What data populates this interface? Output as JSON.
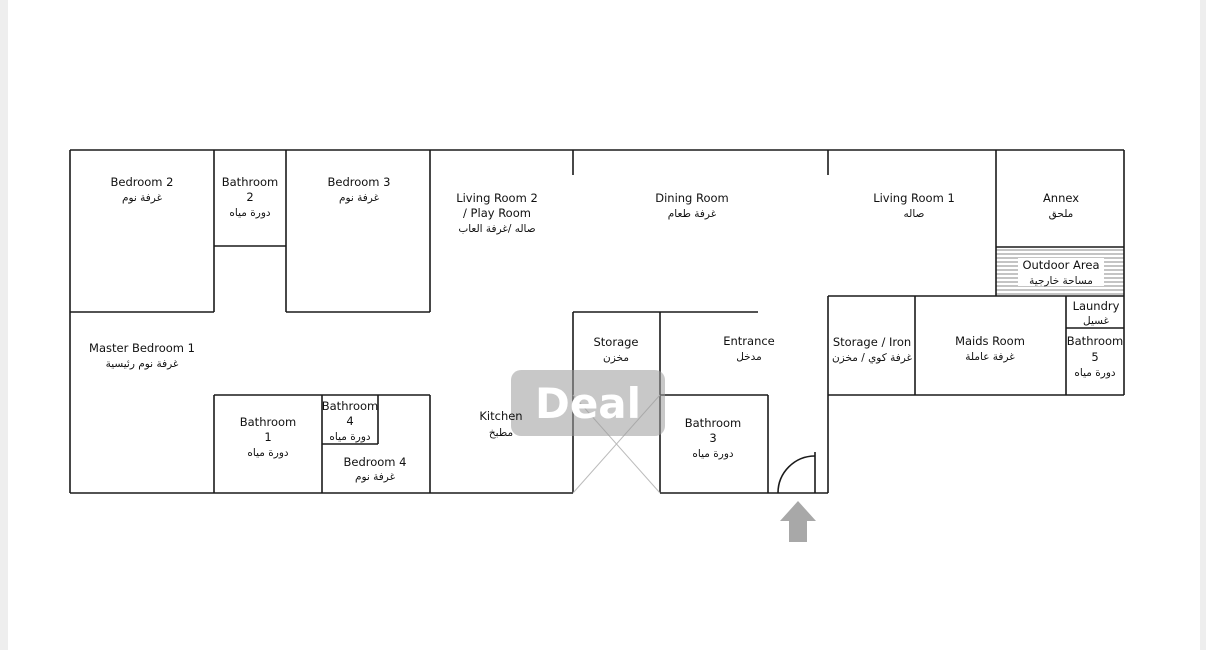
{
  "rooms": {
    "bedroom2": {
      "en": "Bedroom 2",
      "ar": "غرفة نوم"
    },
    "bathroom2": {
      "en1": "Bathroom",
      "en2": "2",
      "ar": "دورة مياه"
    },
    "bedroom3": {
      "en": "Bedroom 3",
      "ar": "غرفة نوم"
    },
    "living2": {
      "en1": "Living Room 2",
      "en2": "/ Play Room",
      "ar": "صاله /غرفة العاب"
    },
    "dining": {
      "en": "Dining Room",
      "ar": "غرفة طعام"
    },
    "living1": {
      "en": "Living Room 1",
      "ar": "صاله"
    },
    "annex": {
      "en": "Annex",
      "ar": "ملحق"
    },
    "outdoor": {
      "en": "Outdoor Area",
      "ar": "مساحة خارجية"
    },
    "laundry": {
      "en": "Laundry",
      "ar": "غسيل"
    },
    "master": {
      "en": "Master Bedroom 1",
      "ar": "غرفة نوم رئيسية"
    },
    "storage": {
      "en": "Storage",
      "ar": "مخزن"
    },
    "entrance": {
      "en": "Entrance",
      "ar": "مدخل"
    },
    "storageIron": {
      "en": "Storage / Iron",
      "ar": "غرفة كوي / مخزن"
    },
    "maids": {
      "en": "Maids Room",
      "ar": "غرفة عاملة"
    },
    "bathroom5": {
      "en1": "Bathroom",
      "en2": "5",
      "ar": "دورة مياه"
    },
    "bathroom1": {
      "en1": "Bathroom",
      "en2": "1",
      "ar": "دورة مياه"
    },
    "bathroom4": {
      "en1": "Bathroom",
      "en2": "4",
      "ar": "دورة مياه"
    },
    "bedroom4": {
      "en": "Bedroom 4",
      "ar": "غرفة نوم"
    },
    "kitchen": {
      "en": "Kitchen",
      "ar": "مطبخ"
    },
    "bathroom3": {
      "en1": "Bathroom",
      "en2": "3",
      "ar": "دورة مياه"
    }
  },
  "watermark": {
    "text": "Deal"
  },
  "colors": {
    "wall": "#1a1a1a",
    "watermark": "#9a9a9a",
    "arrow": "#a8a8a8",
    "hatch": "#888888"
  }
}
